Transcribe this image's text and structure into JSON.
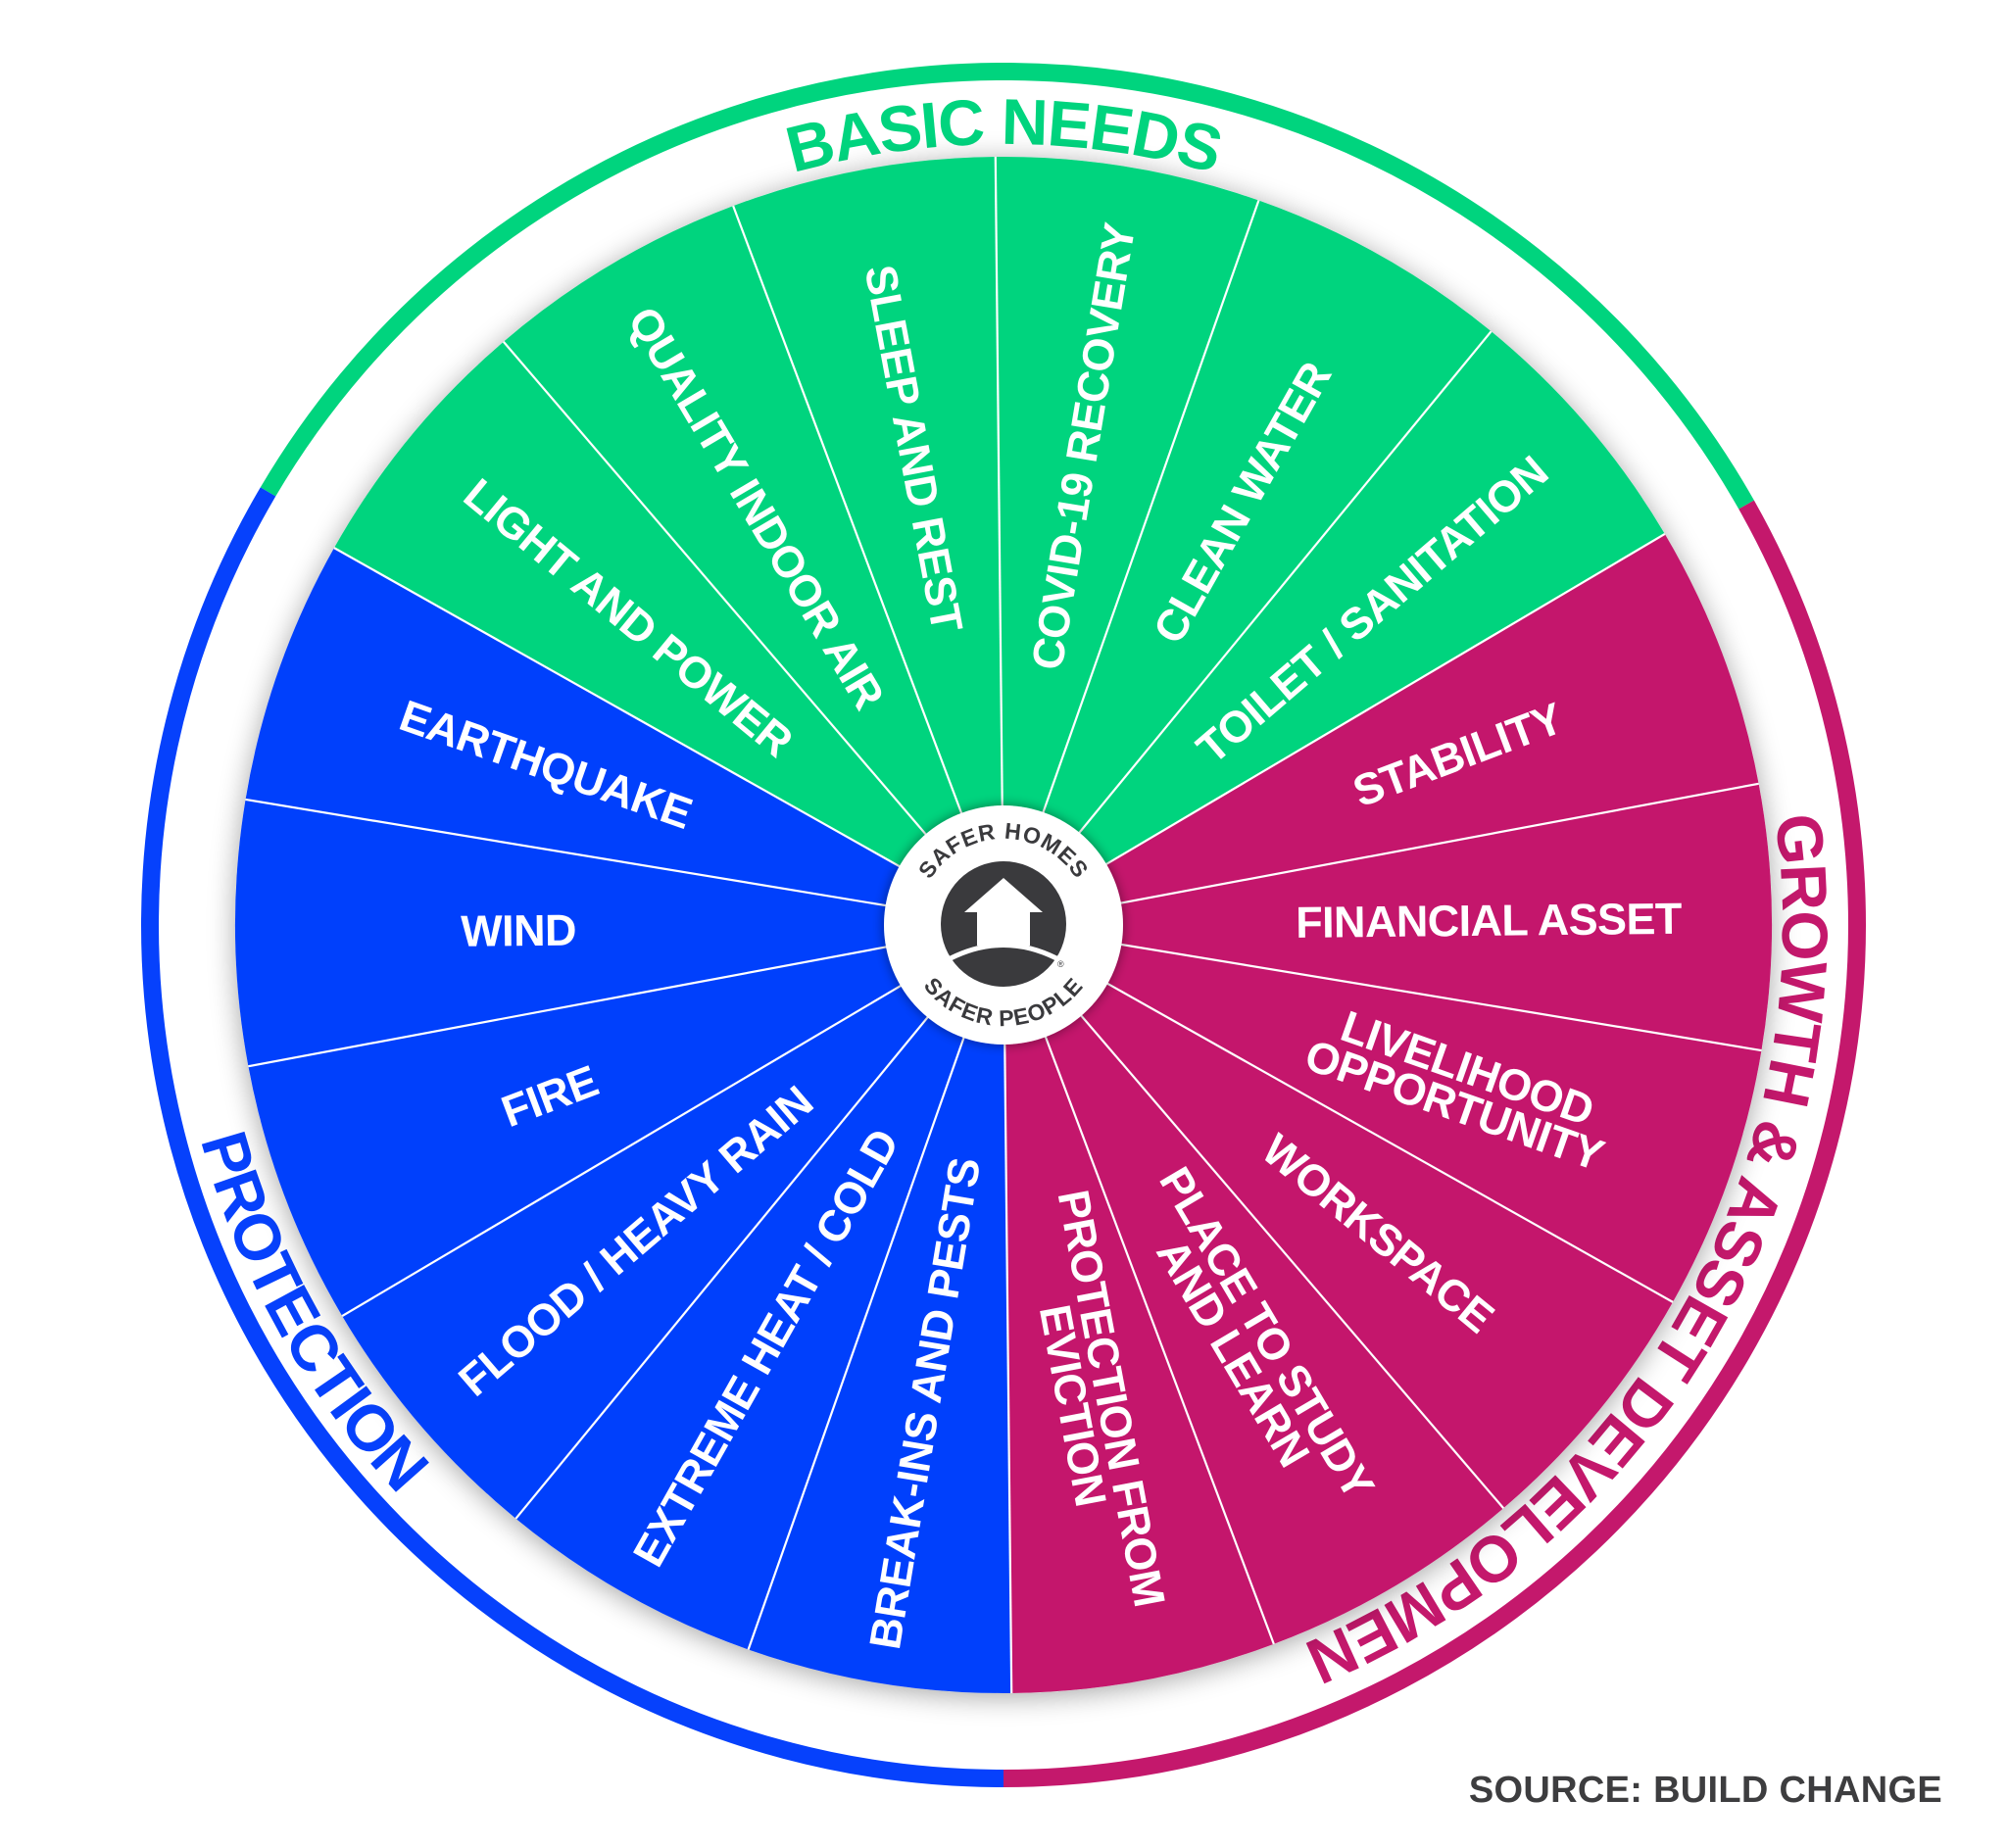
{
  "title": "Safer Homes, Safer People wheel",
  "colors": {
    "basic_needs": "#00d47e",
    "growth": "#c4186c",
    "protection": "#0641fc",
    "logo_dark": "#3a3a3d",
    "divider": "#ffffff",
    "label_text": "#ffffff"
  },
  "groups": [
    {
      "id": "basic_needs",
      "label": "BASIC NEEDS",
      "color_key": "basic_needs",
      "segments": [
        {
          "label_lines": [
            "LIGHT AND POWER"
          ]
        },
        {
          "label_lines": [
            "QUALITY INDOOR AIR"
          ]
        },
        {
          "label_lines": [
            "SLEEP AND REST"
          ]
        },
        {
          "label_lines": [
            "COVID-19 RECOVERY"
          ]
        },
        {
          "label_lines": [
            "CLEAN WATER"
          ]
        },
        {
          "label_lines": [
            "TOILET / SANITATION"
          ]
        }
      ]
    },
    {
      "id": "growth",
      "label": "GROWTH & ASSET DEVELOPMEN",
      "color_key": "growth",
      "segments": [
        {
          "label_lines": [
            "STABILITY"
          ]
        },
        {
          "label_lines": [
            "FINANCIAL ASSET"
          ]
        },
        {
          "label_lines": [
            "LIVELIHOOD",
            "OPPORTUNITY"
          ]
        },
        {
          "label_lines": [
            "WORKSPACE"
          ]
        },
        {
          "label_lines": [
            "PLACE TO STUDY",
            "AND LEARN"
          ]
        },
        {
          "label_lines": [
            "PROTECTION FROM",
            "EVICTION"
          ]
        }
      ]
    },
    {
      "id": "protection",
      "label": "PROTECTION",
      "color_key": "protection",
      "segments": [
        {
          "label_lines": [
            "BREAK-INS AND PESTS"
          ]
        },
        {
          "label_lines": [
            "EXTREME HEAT / COLD"
          ]
        },
        {
          "label_lines": [
            "FLOOD / HEAVY RAIN"
          ]
        },
        {
          "label_lines": [
            "FIRE"
          ]
        },
        {
          "label_lines": [
            "WIND"
          ]
        },
        {
          "label_lines": [
            "EARTHQUAKE"
          ]
        }
      ]
    }
  ],
  "center_logo": {
    "top_text": "SAFER HOMES",
    "bottom_text": "SAFER PEOPLE",
    "icon": "house-icon",
    "registered_mark": "®"
  },
  "source": "SOURCE: BUILD CHANGE"
}
